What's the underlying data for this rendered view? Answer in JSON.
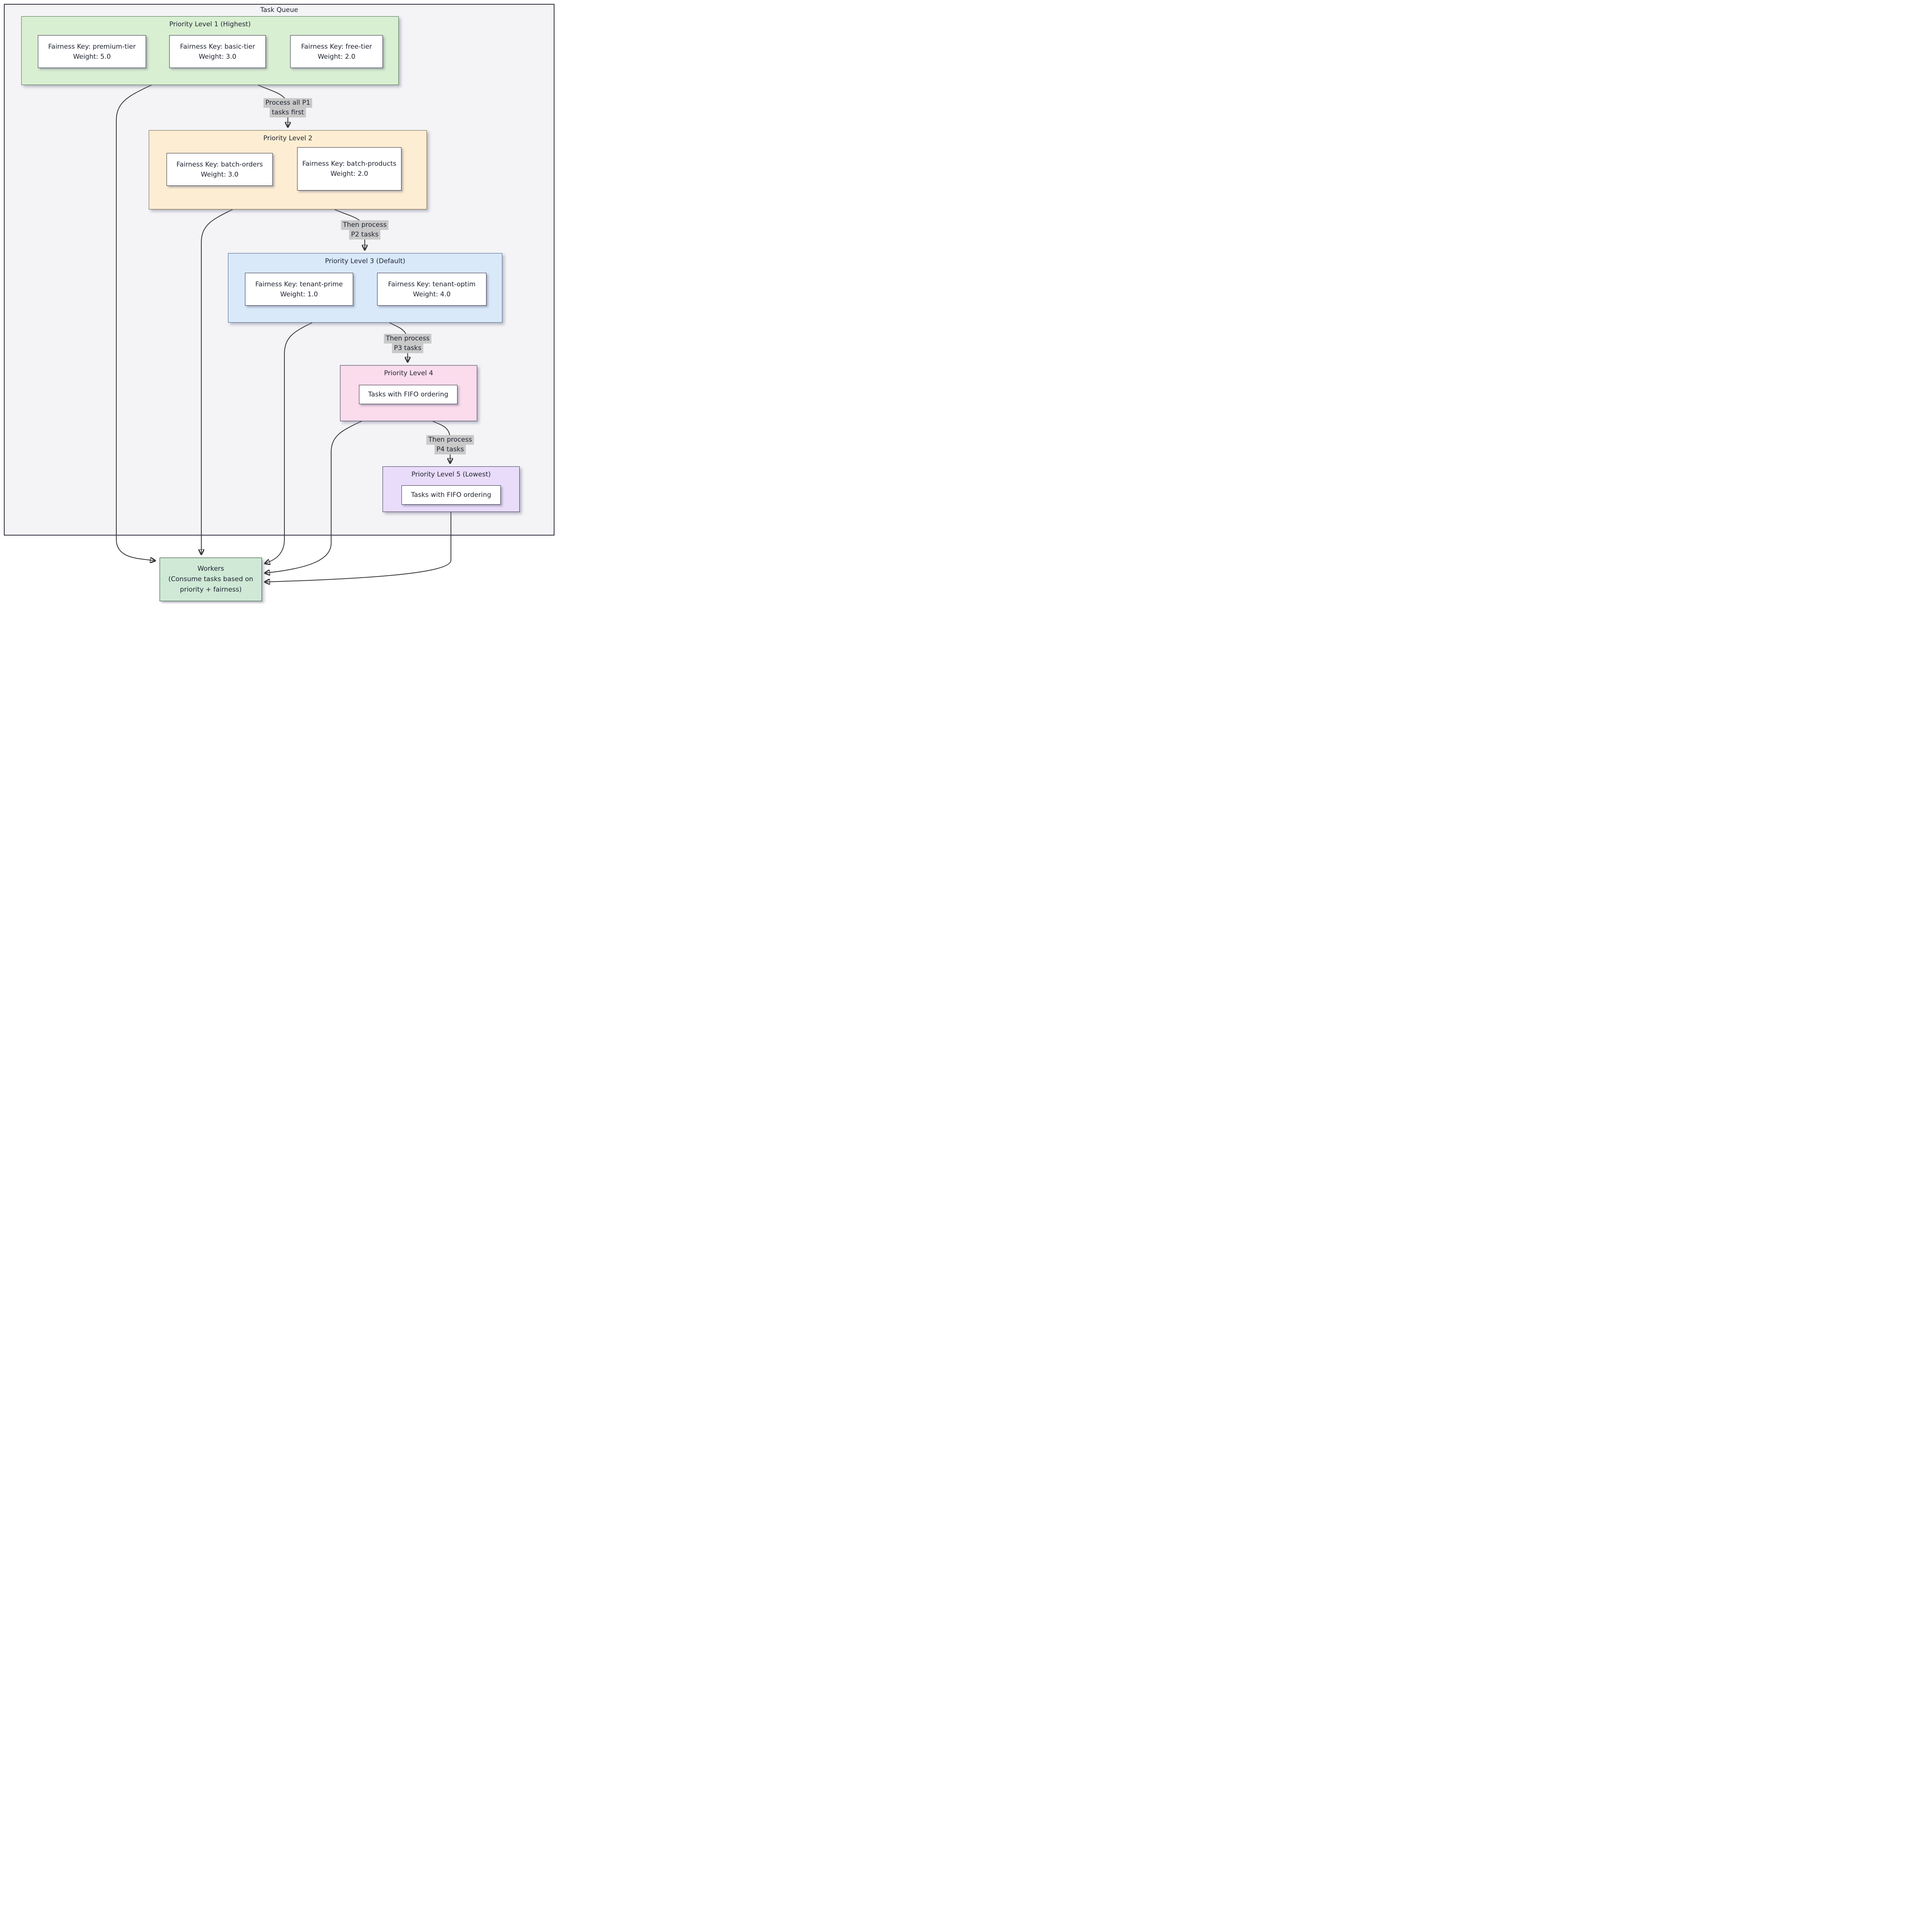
{
  "diagram_title": "Task Queue",
  "levels": [
    {
      "title": "Priority Level 1 (Highest)",
      "nodes": [
        {
          "key": "Fairness Key: premium-tier",
          "weight": "Weight: 5.0"
        },
        {
          "key": "Fairness Key: basic-tier",
          "weight": "Weight: 3.0"
        },
        {
          "key": "Fairness Key: free-tier",
          "weight": "Weight: 2.0"
        }
      ]
    },
    {
      "title": "Priority Level 2",
      "nodes": [
        {
          "key": "Fairness Key: batch-orders",
          "weight": "Weight: 3.0"
        },
        {
          "key": "Fairness Key: batch-products",
          "weight": "Weight: 2.0"
        }
      ]
    },
    {
      "title": "Priority Level 3 (Default)",
      "nodes": [
        {
          "key": "Fairness Key: tenant-prime",
          "weight": "Weight: 1.0"
        },
        {
          "key": "Fairness Key: tenant-optim",
          "weight": "Weight: 4.0"
        }
      ]
    },
    {
      "title": "Priority Level 4",
      "nodes": [
        {
          "label": "Tasks with FIFO ordering"
        }
      ]
    },
    {
      "title": "Priority Level 5 (Lowest)",
      "nodes": [
        {
          "label": "Tasks with FIFO ordering"
        }
      ]
    }
  ],
  "edges": [
    {
      "lines": [
        "Process all P1",
        "tasks first"
      ]
    },
    {
      "lines": [
        "Then process",
        "P2 tasks"
      ]
    },
    {
      "lines": [
        "Then process",
        "P3 tasks"
      ]
    },
    {
      "lines": [
        "Then process",
        "P4 tasks"
      ]
    }
  ],
  "workers": {
    "lines": [
      "Workers",
      "(Consume tasks based on",
      "priority + fairness)"
    ]
  },
  "colors": {
    "canvas_bg": "#f4f4f7",
    "p1_fill": "#d9efd2",
    "p2_fill": "#fdeed3",
    "p3_fill": "#d9e9fa",
    "p4_fill": "#fbdcec",
    "p5_fill": "#e9dcfa",
    "workers_fill": "#cfe9d6",
    "node_fill": "#ffffff",
    "edge_label_bg": "#c9c9c9",
    "edge_stroke": "#333333"
  }
}
